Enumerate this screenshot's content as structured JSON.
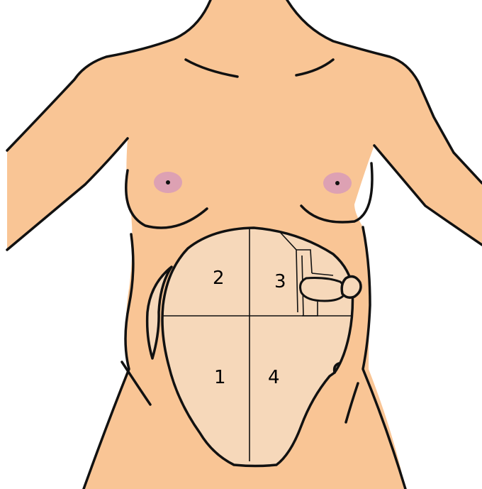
{
  "colors": {
    "skin": "#F9C595",
    "uterus": "#F6D8BA",
    "areola": "#DDA1B3",
    "nipple": "#111111",
    "outline": "#111111",
    "background": "#FFFFFF"
  },
  "quadrants": [
    {
      "id": "q1",
      "label": "1"
    },
    {
      "id": "q2",
      "label": "2"
    },
    {
      "id": "q3",
      "label": "3"
    },
    {
      "id": "q4",
      "label": "4"
    }
  ]
}
